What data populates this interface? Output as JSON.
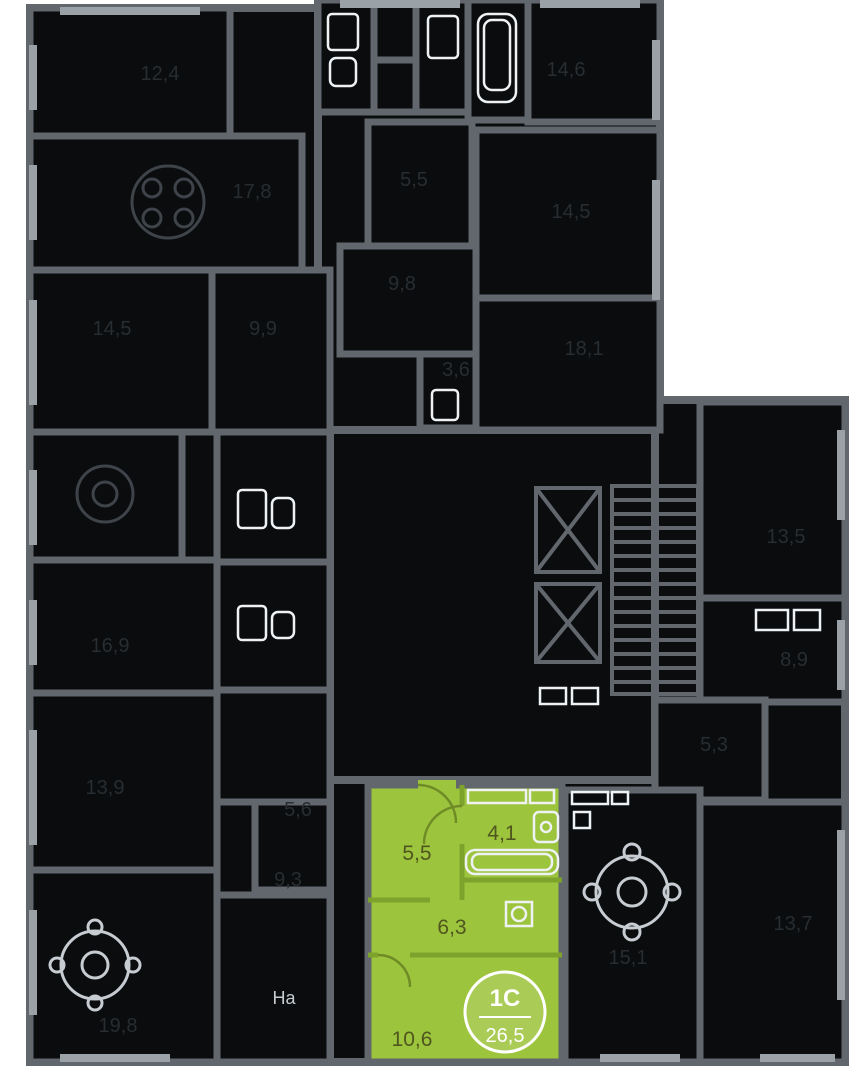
{
  "floor_plan": {
    "highlighted_apartment": {
      "badge": {
        "type": "1С",
        "area": "26,5"
      },
      "rooms": [
        {
          "id": "room",
          "area": "5,5"
        },
        {
          "id": "bathroom",
          "area": "4,1"
        },
        {
          "id": "hallway",
          "area": "6,3"
        },
        {
          "id": "living-room",
          "area": "10,6"
        }
      ]
    },
    "background_labels": [
      "12,4",
      "17,8",
      "14,5",
      "9,9",
      "16,9",
      "13,9",
      "19,8",
      "9,3",
      "5,6",
      "14,6",
      "5,5",
      "9,8",
      "3,6",
      "14,5",
      "18,1",
      "13,5",
      "8,9",
      "5,3",
      "13,7",
      "15,1"
    ],
    "misc": {
      "corner_label": "На"
    },
    "colors": {
      "apartment_green": "#9CC43C",
      "apartment_wall_green": "#7EA32C",
      "wall_gray": "#61676D",
      "window_gray": "#9AA1A7",
      "room_black": "#0A0C0E",
      "fixture_white": "#FFFFFF"
    },
    "icons": [
      "bathtub-icon",
      "sink-icon",
      "shelf-icon",
      "washing-machine-icon",
      "stove-icon",
      "dining-table-icon",
      "elevator-icon",
      "stairs-icon",
      "door-arc-icon"
    ]
  }
}
